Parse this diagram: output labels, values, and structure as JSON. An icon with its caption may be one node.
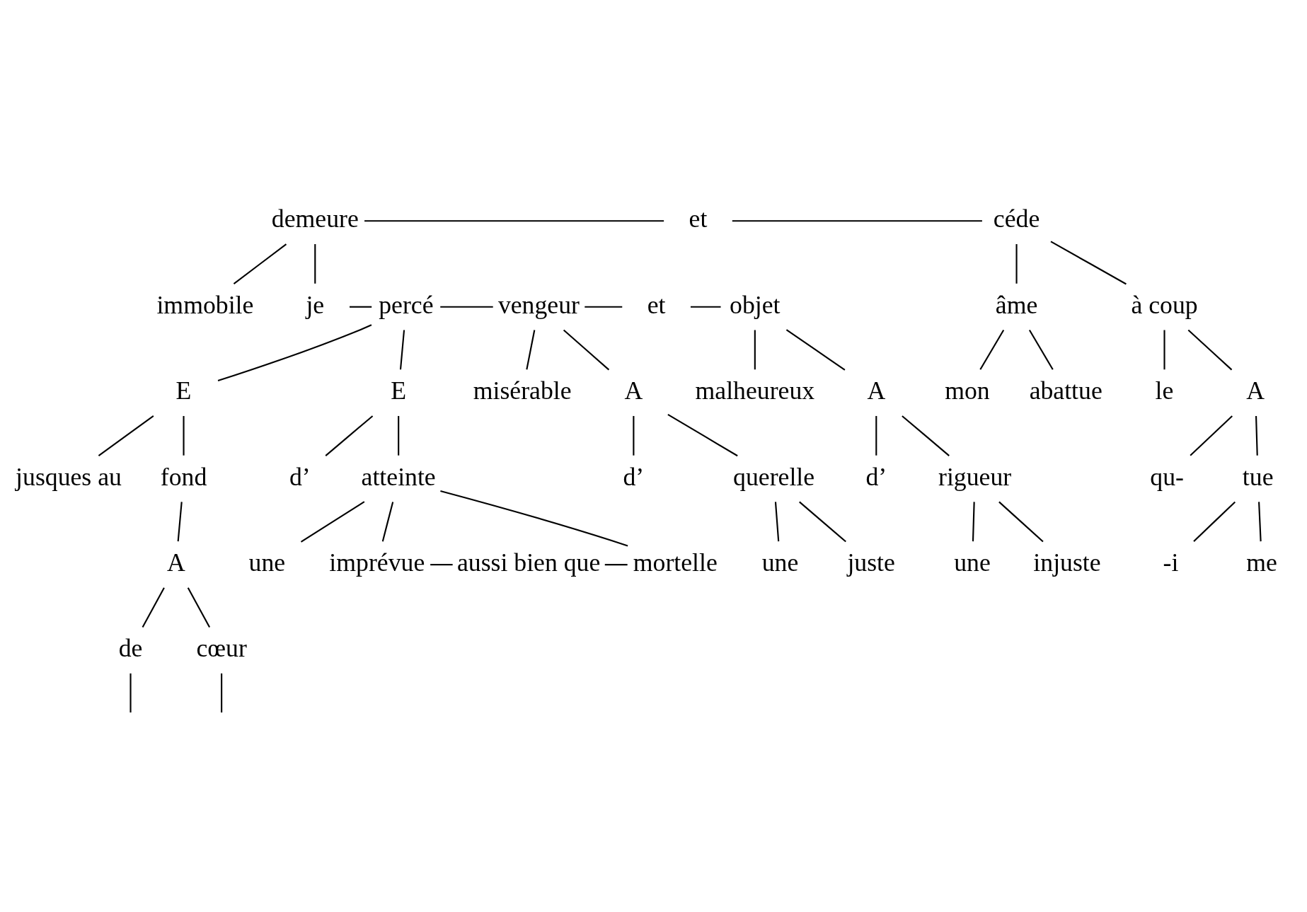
{
  "diagram": {
    "nodes": [
      {
        "text": [
          "demeure"
        ]
      },
      {
        "text": [
          "et"
        ]
      },
      {
        "text": [
          "céde"
        ]
      },
      {
        "text": [
          "immobile"
        ]
      },
      {
        "text": [
          "âme"
        ]
      },
      {
        "text": [
          "à coup"
        ]
      },
      {
        "text": [
          "mon"
        ]
      },
      {
        "text": [
          "abattue"
        ]
      },
      {
        "text": [
          "le"
        ]
      },
      {
        "text": [
          "A"
        ]
      },
      {
        "text": [
          "qu-"
        ]
      },
      {
        "text": [
          "tue"
        ]
      },
      {
        "text": [
          "-i"
        ]
      },
      {
        "text": [
          "me"
        ]
      },
      {
        "text": [
          "je"
        ]
      },
      {
        "text": [
          "percé"
        ]
      },
      {
        "text": [
          "vengeur"
        ]
      },
      {
        "text": [
          "et"
        ]
      },
      {
        "text": [
          "objet"
        ]
      },
      {
        "text": [
          "misérable"
        ]
      },
      {
        "text": [
          "A"
        ]
      },
      {
        "text": [
          "d’"
        ]
      },
      {
        "text": [
          "querelle"
        ]
      },
      {
        "text": [
          "malheureux"
        ]
      },
      {
        "text": [
          "A"
        ]
      },
      {
        "text": [
          "d’"
        ]
      },
      {
        "text": [
          "rigueur"
        ]
      },
      {
        "text": [
          "E"
        ]
      },
      {
        "text": [
          "jusques au"
        ]
      },
      {
        "text": [
          "fond"
        ]
      },
      {
        "text": [
          "E"
        ]
      },
      {
        "text": [
          "d’"
        ]
      },
      {
        "text": [
          "atteinte"
        ]
      },
      {
        "text": [
          "une"
        ]
      },
      {
        "text": [
          "juste"
        ]
      },
      {
        "text": [
          "une"
        ]
      },
      {
        "text": [
          "injuste"
        ]
      },
      {
        "text": [
          "A"
        ]
      },
      {
        "text": [
          "de"
        ]
      },
      {
        "text": [
          "cœur"
        ]
      },
      {
        "text": [
          "une"
        ]
      },
      {
        "text": [
          "imprévue"
        ]
      },
      {
        "text": [
          "aussi bien que"
        ]
      },
      {
        "text": [
          "mortelle"
        ]
      }
    ],
    "edges": [
      {
        "from": 0,
        "to": 1,
        "arrow": "none"
      },
      {
        "from": 1,
        "to": 2,
        "arrow": "none"
      },
      {
        "from": 0,
        "to": 3,
        "arrow": "none"
      },
      {
        "from": 0,
        "to": 14,
        "arrow": "none"
      },
      {
        "from": 2,
        "to": 4,
        "arrow": "none"
      },
      {
        "from": 2,
        "to": 5,
        "arrow": "none"
      },
      {
        "from": 4,
        "to": 6,
        "arrow": "none"
      },
      {
        "from": 4,
        "to": 7,
        "arrow": "none"
      },
      {
        "from": 5,
        "to": 8,
        "arrow": "none"
      },
      {
        "from": 5,
        "to": 9,
        "arrow": "none"
      },
      {
        "from": 9,
        "to": 10,
        "arrow": "none"
      },
      {
        "from": 9,
        "to": 11,
        "arrow": "none"
      },
      {
        "from": 11,
        "to": 12,
        "arrow": "none"
      },
      {
        "from": 11,
        "to": 13,
        "arrow": "none"
      },
      {
        "from": 14,
        "to": 15,
        "arrow": "none"
      },
      {
        "from": 15,
        "to": 16,
        "arrow": "none"
      },
      {
        "from": 16,
        "to": 17,
        "arrow": "none"
      },
      {
        "from": 17,
        "to": 18,
        "arrow": "none"
      },
      {
        "from": 16,
        "to": 19,
        "arrow": "none"
      },
      {
        "from": 16,
        "to": 20,
        "arrow": "none"
      },
      {
        "from": 20,
        "to": 21,
        "arrow": "none"
      },
      {
        "from": 20,
        "to": 22,
        "arrow": "none"
      },
      {
        "from": 22,
        "to": 33,
        "arrow": "none"
      },
      {
        "from": 22,
        "to": 34,
        "arrow": "none"
      },
      {
        "from": 18,
        "to": 23,
        "arrow": "none"
      },
      {
        "from": 18,
        "to": 24,
        "arrow": "none"
      },
      {
        "from": 24,
        "to": 25,
        "arrow": "none"
      },
      {
        "from": 24,
        "to": 26,
        "arrow": "none"
      },
      {
        "from": 26,
        "to": 35,
        "arrow": "none"
      },
      {
        "from": 26,
        "to": 36,
        "arrow": "none"
      },
      {
        "from": 15,
        "to": 27,
        "arrow": "none"
      },
      {
        "from": 15,
        "to": 30,
        "arrow": "none"
      },
      {
        "from": 27,
        "to": 28,
        "arrow": "none"
      },
      {
        "from": 27,
        "to": 29,
        "arrow": "none"
      },
      {
        "from": 29,
        "to": 37,
        "arrow": "none"
      },
      {
        "from": 37,
        "to": 38,
        "arrow": "none"
      },
      {
        "from": 37,
        "to": 39,
        "arrow": "none"
      },
      {
        "from": 38,
        "to": null,
        "arrow": "none"
      },
      {
        "from": 39,
        "to": null,
        "arrow": "none"
      },
      {
        "from": 30,
        "to": 31,
        "arrow": "none"
      },
      {
        "from": 30,
        "to": 32,
        "arrow": "none"
      },
      {
        "from": 32,
        "to": 40,
        "arrow": "none"
      },
      {
        "from": 32,
        "to": 41,
        "arrow": "none"
      },
      {
        "from": 32,
        "to": 43,
        "arrow": "none"
      },
      {
        "from": 41,
        "to": 42,
        "arrow": "none"
      },
      {
        "from": 42,
        "to": 43,
        "arrow": "none"
      }
    ]
  }
}
